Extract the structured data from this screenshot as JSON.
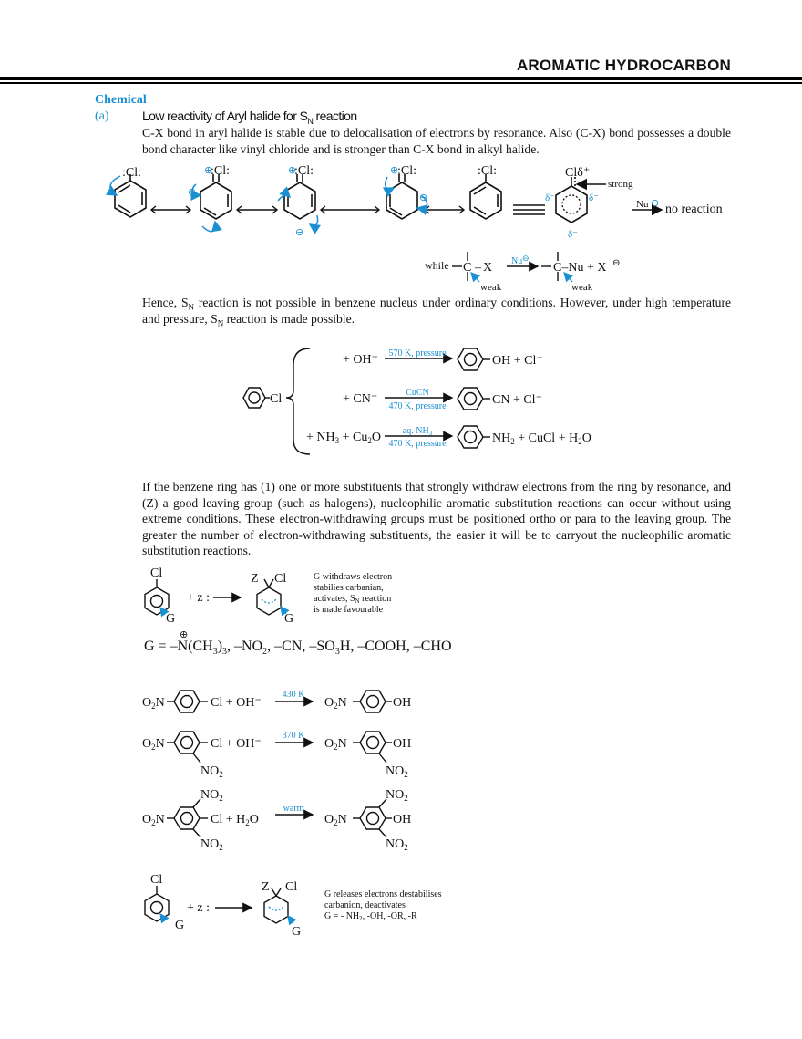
{
  "header": {
    "title": "AROMATIC HYDROCARBON"
  },
  "section": {
    "title": "Chemical"
  },
  "subsection": {
    "marker": "(a)",
    "title_prefix": "Low reactivity of Aryl halide for S",
    "title_sub": "N",
    "title_suffix": " reaction"
  },
  "paragraphs": {
    "p1": "C-X bond in aryl halide is stable due to delocalisation of electrons by resonance. Also (C-X) bond possesses a double bond character like vinyl chloride and is stronger than C-X bond in alkyl halide.",
    "p2_a": "Hence, S",
    "p2_b": " reaction is not possible in benzene nucleus under ordinary conditions. However, under high temperature and pressure, S",
    "p2_c": " reaction is made possible.",
    "p2_sub": "N",
    "p3": "If the benzene ring has (1) one or more substituents that strongly withdraw electrons from the ring by resonance, and (Z) a good leaving group (such as halogens), nucleophilic aromatic substitution reactions can occur without using extreme conditions. These electron-withdrawing groups must be positioned ortho or para to the leaving group. The greater the number of electron-withdrawing substituents, the easier it will be to carryout the nucleophilic aromatic substitution reactions."
  },
  "resonance": {
    "cl": ":Cl:",
    "cl_delta": "Clδ⁺",
    "strong": "strong",
    "delta_minus": "δ⁻",
    "nu": "Nu",
    "no_reaction": "no reaction",
    "charge_plus": "⊕",
    "charge_minus": "⊖"
  },
  "alkyl": {
    "while": "while",
    "c": "C",
    "x": "X",
    "nu": "Nu",
    "rhs": "C–Nu + X",
    "weak": "weak"
  },
  "conditions": {
    "cl": "Cl",
    "r1": {
      "reagent": "+ OH⁻",
      "above": "570 K, pressure",
      "product": "OH + Cl⁻"
    },
    "r2": {
      "reagent": "+ CN⁻",
      "above": "CuCN",
      "below": "470 K, pressure",
      "product": "CN + Cl⁻"
    },
    "r3": {
      "reagent_a": "+ NH",
      "reagent_b": "3",
      "reagent_c": " + Cu",
      "reagent_d": "2",
      "reagent_e": "O",
      "above": "aq. NH",
      "above_sub": "3",
      "below": "470 K, pressure",
      "product_a": "NH",
      "product_b": "2",
      "product_c": " + CuCl + H",
      "product_d": "2",
      "product_e": "O"
    }
  },
  "withdraw": {
    "cl": "Cl",
    "g": "G",
    "z_reagent": "+ z :",
    "z": "Z",
    "note": [
      "G withdraws electron",
      "stabilies carbanian,",
      "activates, S",
      "is made favourable"
    ],
    "note_sub": "N",
    "note_tail": " reaction"
  },
  "g_line": {
    "prefix": "G = –",
    "n": "N",
    "plus": "⊕",
    "rest_a": "(CH",
    "rest_b": "3",
    "rest_c": ")",
    "rest_d": "3",
    "rest_e": ", –NO",
    "rest_f": "2",
    "rest_g": ", –CN, –SO",
    "rest_h": "3",
    "rest_i": "H, –COOH, –CHO"
  },
  "nitro": {
    "o2n": "O",
    "o2n_sub": "2",
    "o2n_tail": "N",
    "no2": "NO",
    "no2_sub": "2",
    "r1": {
      "reagent": "Cl + OH⁻",
      "cond": "430 K",
      "product": "OH"
    },
    "r2": {
      "reagent": "Cl + OH⁻",
      "cond": "370 K",
      "product": "OH"
    },
    "r3": {
      "reagent_a": "Cl + H",
      "reagent_b": "2",
      "reagent_c": "O",
      "cond": "warm",
      "product": "OH"
    }
  },
  "release": {
    "cl": "Cl",
    "g": "G",
    "z_reagent": "+ z :",
    "z": "Z",
    "note": [
      "G releases electrons destabilises",
      "carbanion, deactivates",
      "G = - NH",
      ", -OH, -OR, -R"
    ],
    "note_sub": "2"
  },
  "colors": {
    "accent": "#1a8fd1",
    "text": "#111111"
  }
}
